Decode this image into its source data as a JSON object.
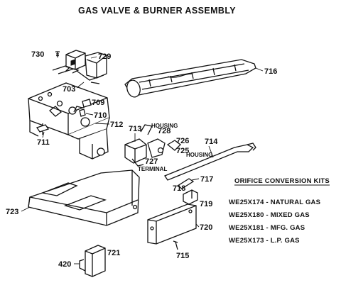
{
  "title": "GAS VALVE & BURNER ASSEMBLY",
  "part_labels": {
    "p730": "730",
    "p729": "729",
    "p716": "716",
    "p703": "703",
    "p709": "709",
    "p710": "710",
    "p712": "712",
    "p711": "711",
    "p713": "713",
    "housing_top": "HOUSING",
    "p728": "728",
    "p726": "726",
    "p725": "725",
    "housing_side": "HOUSING",
    "p727": "727",
    "terminal": "TERMINAL",
    "p714": "714",
    "p717": "717",
    "p718": "718",
    "p719": "719",
    "p723": "723",
    "p720": "720",
    "p715": "715",
    "p420": "420",
    "p721": "721"
  },
  "orifice_kits": {
    "heading": "ORIFICE CONVERSION KITS",
    "items": [
      "WE25X174 - NATURAL GAS",
      "WE25X180 - MIXED GAS",
      "WE25X181 - MFG. GAS",
      "WE25X173 - L.P. GAS"
    ]
  }
}
